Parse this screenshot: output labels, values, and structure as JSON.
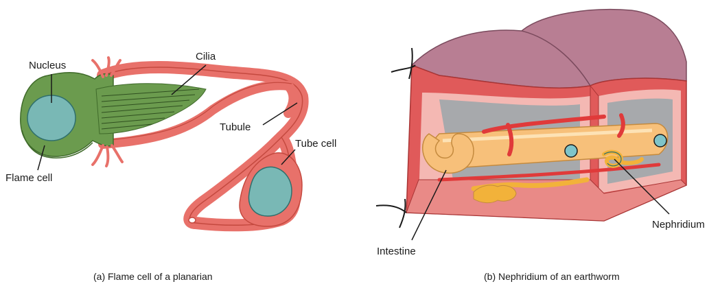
{
  "panel_a": {
    "labels": {
      "nucleus": "Nucleus",
      "cilia": "Cilia",
      "tubule": "Tubule",
      "tube_cell": "Tube cell",
      "flame_cell": "Flame cell"
    },
    "caption": "(a) Flame cell of a planarian"
  },
  "panel_b": {
    "labels": {
      "intestine": "Intestine",
      "nephridium": "Nephridium"
    },
    "caption": "(b) Nephridium of an earthworm"
  },
  "colors": {
    "flame_cell": "#6b9b4e",
    "nucleus": "#79b8b5",
    "tubule": "#e8716a",
    "worm_top": "#b87e93",
    "worm_wall": "#e05a5a",
    "cavity": "#a7a9ac",
    "intestine": "#f7c07a",
    "blood_vessel": "#e03a3a",
    "nephridium": "#f2b23a"
  }
}
